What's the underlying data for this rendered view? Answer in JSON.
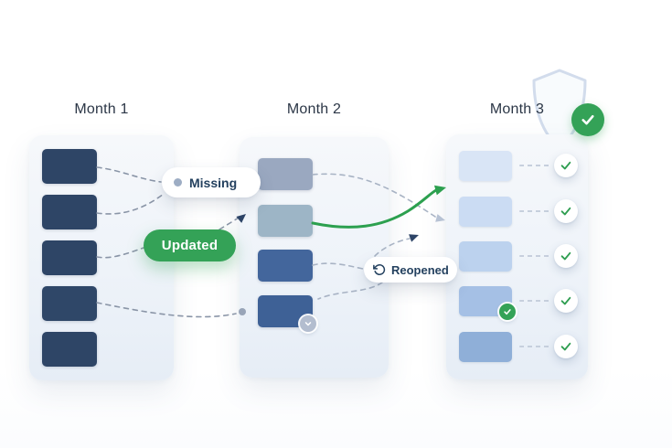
{
  "months": [
    {
      "label": "Month 1",
      "cards": [
        "#2e4566",
        "#2e4566",
        "#2e4566",
        "#2f4768",
        "#2e4566"
      ]
    },
    {
      "label": "Month 2",
      "cards": [
        "#9aa8c0",
        "#9db5c6",
        "#43669c",
        "#3e6196"
      ]
    },
    {
      "label": "Month 3",
      "cards": [
        "#d9e5f6",
        "#cbdcf3",
        "#bcd2ee",
        "#a5c0e5",
        "#8fafd8"
      ]
    }
  ],
  "pills": {
    "missing": {
      "label": "Missing"
    },
    "updated": {
      "label": "Updated"
    },
    "reopened": {
      "label": "Reopened"
    }
  },
  "colors": {
    "green": "#34a257",
    "green_arrow": "#2ca04f",
    "dash_dark": "#8a95a7",
    "dash_light": "#a8b3c4",
    "dash_row": "#c6cfdd",
    "arrow_navy": "#2d4467",
    "arrow_gray": "#b7c2d4",
    "dot_gray": "#98a4b8",
    "pill_dot": "#9dadc4",
    "pill_text": "#24415f",
    "heading_text": "#2b3646",
    "check_green": "#2f9e51",
    "badge_gray": "#b3bdcf",
    "shield_stroke": "#d2dcec"
  },
  "icons": {
    "missing_dot": "dot-icon",
    "reopened": "rotate-ccw-icon",
    "check": "check-icon",
    "gray_badge": "chevron-down-icon",
    "shield": "shield-icon"
  }
}
